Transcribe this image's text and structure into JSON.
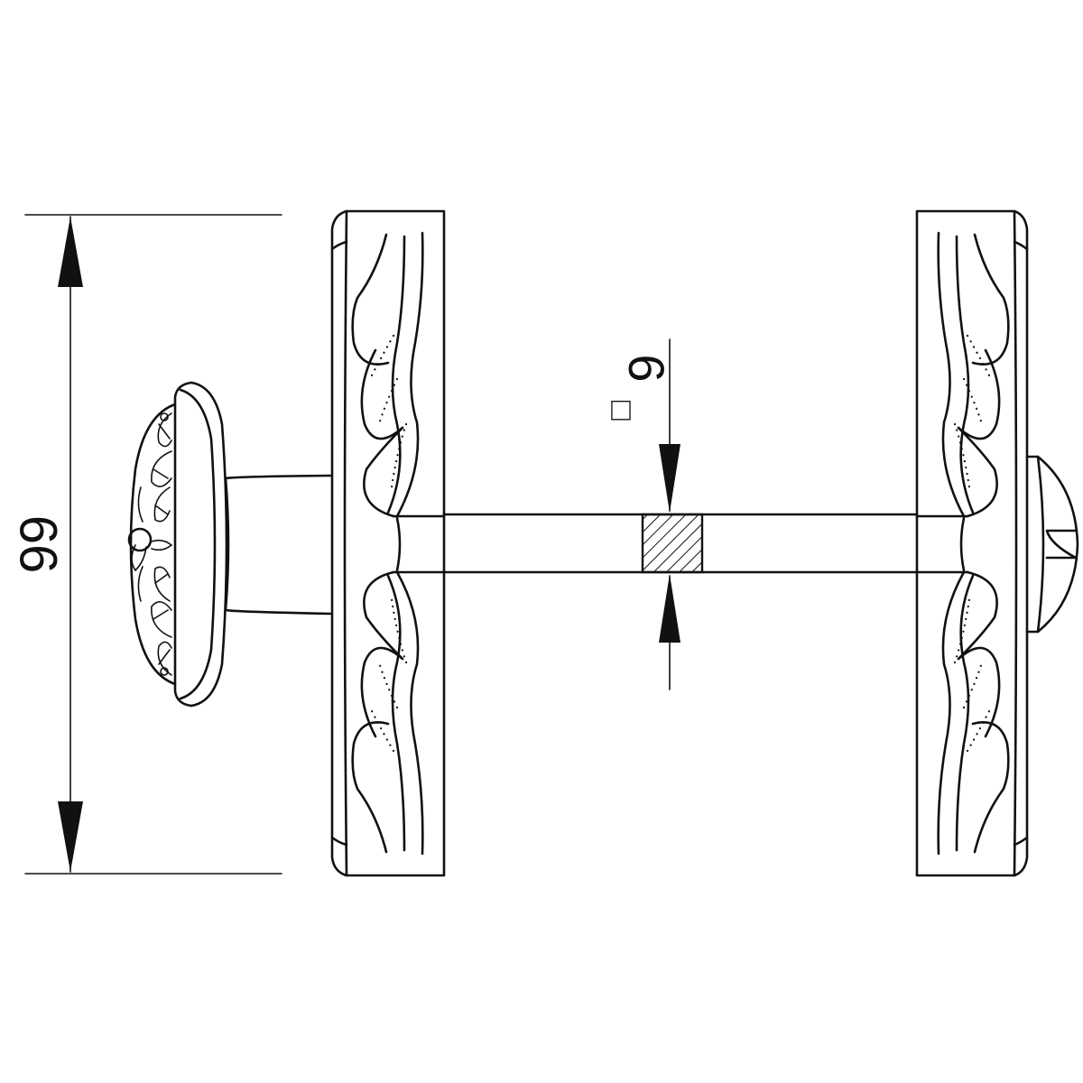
{
  "dimensions": {
    "overall_height": {
      "value": "66"
    },
    "spindle": {
      "value": "6",
      "symbol": "□"
    }
  },
  "components": [
    "rosette-knob",
    "left-rosette-plate",
    "spindle",
    "right-rosette-plate",
    "screw-head"
  ],
  "colors": {
    "line": "#111111",
    "background": "#ffffff"
  }
}
